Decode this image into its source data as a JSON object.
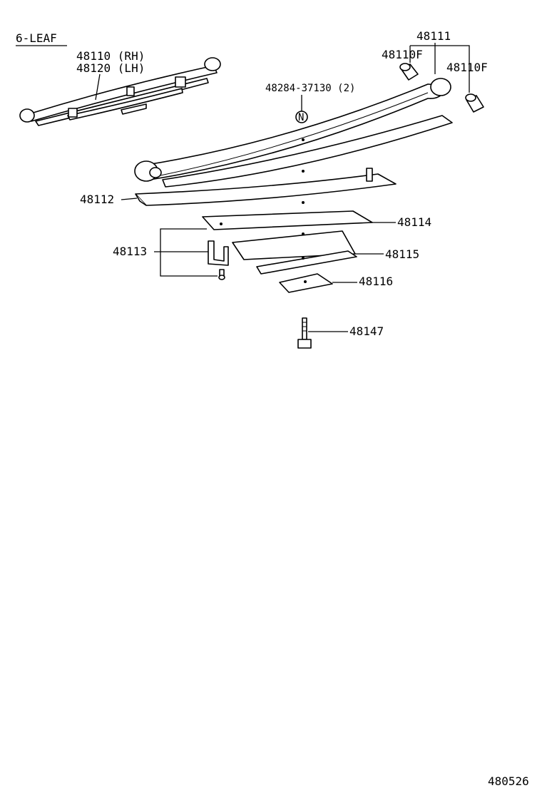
{
  "header": {
    "variant": "6-LEAF"
  },
  "labels": {
    "spring_assy_rh": "48110 (RH)",
    "spring_assy_lh": "48120 (LH)",
    "leaf_no1": "48111",
    "bushing_left": "48110F",
    "bushing_right": "48110F",
    "clip_bolt": "48284-37130 (2)",
    "note_marker": "N",
    "leaf_no2": "48112",
    "clip": "48113",
    "leaf_no4": "48114",
    "leaf_no5": "48115",
    "leaf_no6": "48116",
    "center_bolt": "48147"
  },
  "footer": {
    "diagram_code": "480526"
  }
}
